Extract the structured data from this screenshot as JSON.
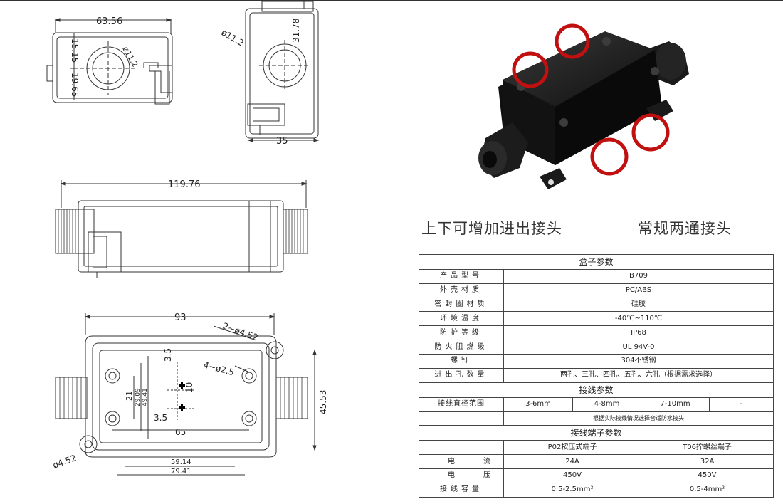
{
  "drawings": {
    "front": {
      "width": "63.56",
      "dia": "ø11.2",
      "h1": "15.15",
      "h2": "19.65"
    },
    "side": {
      "dia": "ø11.2",
      "height": "31.78",
      "depth": "35"
    },
    "long": {
      "length": "119.76"
    },
    "bottom": {
      "width": "93",
      "mount_holes": "2~ø4.52",
      "inner_holes": "4~ø2.5",
      "d35_top": "3.5",
      "d10": "10",
      "d35_left": "3.5",
      "d65": "65",
      "d21": "21",
      "d2909": "29.09",
      "d4941": "49.41",
      "height": "45.53",
      "d5914": "59.14",
      "d7941": "79.41",
      "corner_dia": "ø4.52"
    }
  },
  "captions": {
    "left": "上下可增加进出接头",
    "right": "常规两通接头"
  },
  "table": {
    "box_title": "盒子参数",
    "rows": [
      {
        "label": "产品型号",
        "value": "B709"
      },
      {
        "label": "外壳材质",
        "value": "PC/ABS"
      },
      {
        "label": "密封圈材质",
        "value": "硅胶"
      },
      {
        "label": "环境温度",
        "value": "-40℃~110℃"
      },
      {
        "label": "防护等级",
        "value": "IP68"
      },
      {
        "label": "防火阻燃级",
        "value": "UL 94V-0"
      },
      {
        "label": "螺钉",
        "value": "304不锈钢"
      },
      {
        "label": "进出孔数量",
        "value": "两孔、三孔、四孔、五孔、六孔（根据需求选择）"
      }
    ],
    "wiring_title": "接线参数",
    "range_label": "接线直径范围",
    "ranges": [
      "3-6mm",
      "4-8mm",
      "7-10mm",
      "-"
    ],
    "note": "根据实际接线情况选择合适防水接头",
    "terminal_title": "接线端子参数",
    "terminal_types": [
      "P02按压式端子",
      "T06拧螺丝端子"
    ],
    "terminal_rows": [
      {
        "label": "电流",
        "a": "24A",
        "b": "32A"
      },
      {
        "label": "电压",
        "a": "450V",
        "b": "450V"
      },
      {
        "label": "接线容量",
        "a": "0.5-2.5mm²",
        "b": "0.5-4mm²"
      }
    ]
  }
}
